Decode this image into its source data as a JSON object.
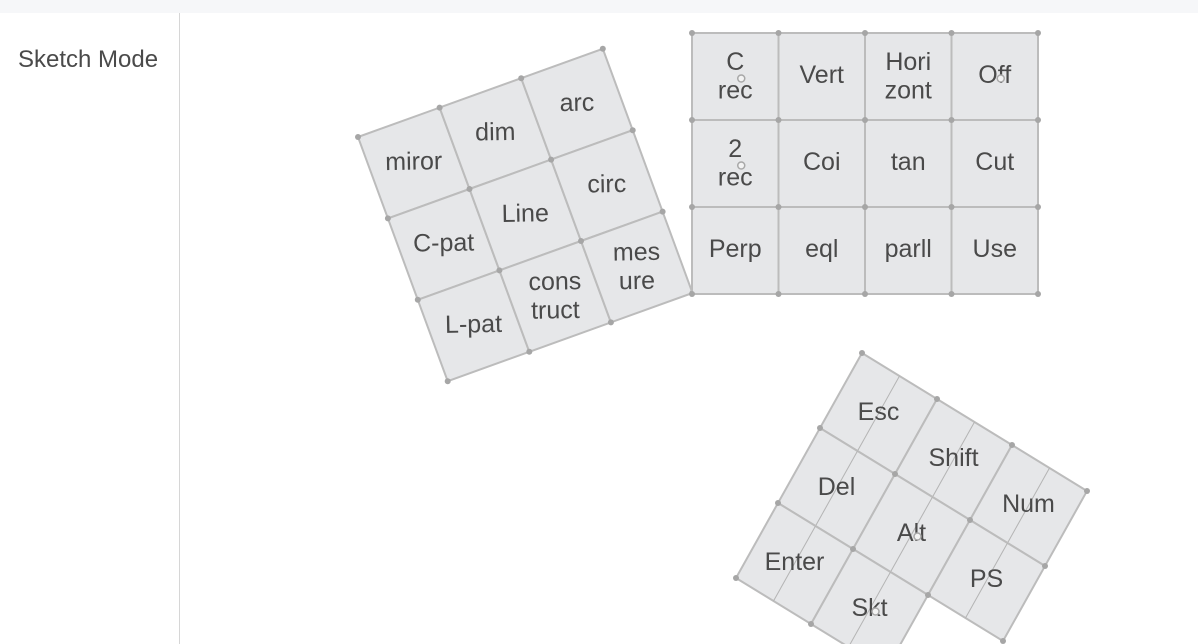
{
  "sidebar": {
    "mode_label": "Sketch Mode"
  },
  "colors": {
    "key_fill": "#e6e7e9",
    "key_border": "#bcbcbc",
    "label_text": "#4a4a4a",
    "divider": "#d6d6d6"
  },
  "keyboard": {
    "left_pad": {
      "keys": [
        [
          "miror",
          "dim",
          "arc"
        ],
        [
          "C-pat",
          "Line",
          "circ"
        ],
        [
          "L-pat",
          "cons\ntruct",
          "mes\nure"
        ]
      ]
    },
    "middle_pad": {
      "keys": [
        [
          "C\nrec",
          "Vert",
          "Hori\nzont",
          "Off"
        ],
        [
          "2\nrec",
          "Coi",
          "tan",
          "Cut"
        ],
        [
          "Perp",
          "eql",
          "parll",
          "Use"
        ]
      ]
    },
    "right_pad": {
      "keys": [
        [
          "Esc",
          "Shift",
          "Num",
          null
        ],
        [
          "Del",
          "Alt",
          "PS",
          null
        ],
        [
          "Enter",
          "Skt",
          null,
          null
        ]
      ]
    }
  }
}
